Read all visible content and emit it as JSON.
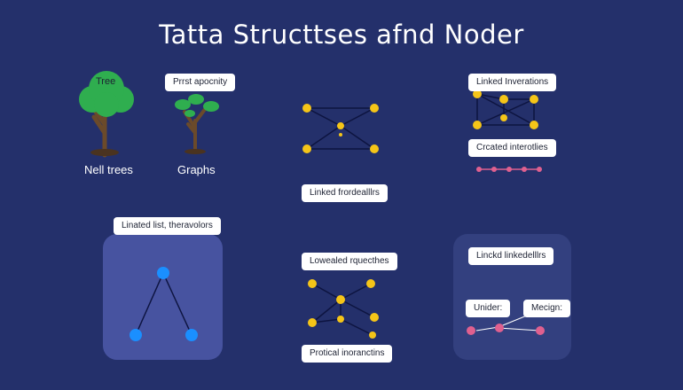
{
  "title": "Tatta  Structtses afnd Noder",
  "section1": {
    "tree_icon_label": "Tree",
    "caption_trees": "Nell trees",
    "caption_graphs": "Graphs",
    "tag_priority": "Prrst apocnity"
  },
  "section2": {
    "tag_linked": "Linked frordealllrs"
  },
  "section3": {
    "tag_linked_inv": "Linked Inverations",
    "tag_created": "Crcated interotlies"
  },
  "section4": {
    "tag_list": "Linated list, theravolors"
  },
  "section5": {
    "tag_top": "Lowealed rquecthes",
    "tag_bottom": "Protical inoranctins"
  },
  "section6": {
    "tag_top": "Linckd linkedelllrs",
    "tag_under": "Unider:",
    "tag_mecign": "Mecign:"
  },
  "colors": {
    "background": "#24306b",
    "node_yellow": "#f5c518",
    "node_blue": "#1a8fff",
    "node_pink": "#e0608f",
    "tree_green": "#2fae4f",
    "panel": "#3c4890"
  }
}
